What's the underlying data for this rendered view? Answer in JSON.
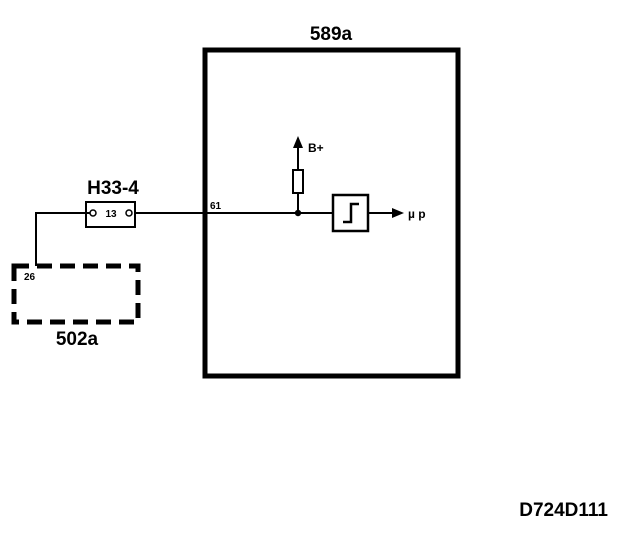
{
  "diagram": {
    "ecu": {
      "label": "589a",
      "pin": "61"
    },
    "connector": {
      "label": "H33-4",
      "pin": "13"
    },
    "component": {
      "label": "502a",
      "pin": "26"
    },
    "supply": {
      "label": "B+"
    },
    "output": {
      "label": "µ p"
    },
    "drawing_code": "D724D111",
    "colors": {
      "line": "#000000",
      "background": "#ffffff"
    }
  }
}
